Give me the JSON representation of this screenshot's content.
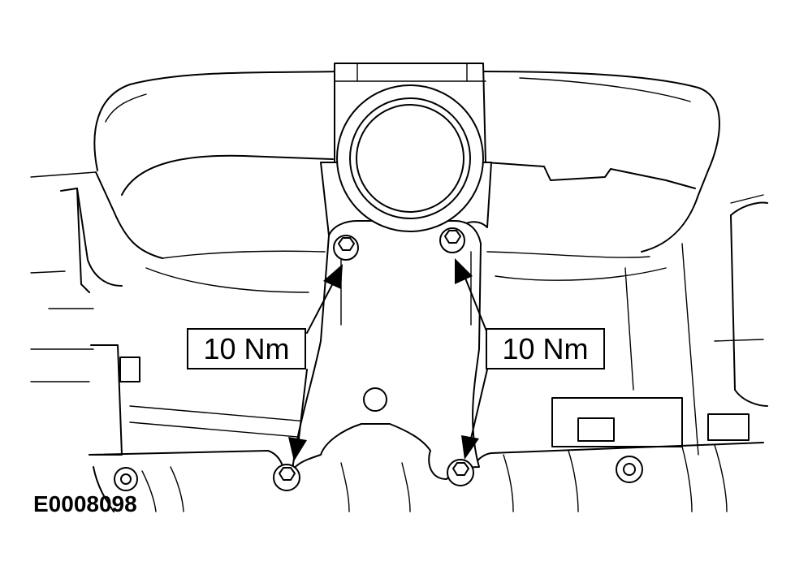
{
  "diagram": {
    "figure_id": "E0008098",
    "callouts": [
      {
        "id": "left",
        "label": "10 Nm"
      },
      {
        "id": "right",
        "label": "10 Nm"
      }
    ],
    "fasteners": [
      "upper-left-nut",
      "upper-right-nut",
      "lower-left-nut",
      "lower-right-nut"
    ],
    "line_color": "#000000",
    "background_color": "#ffffff"
  }
}
